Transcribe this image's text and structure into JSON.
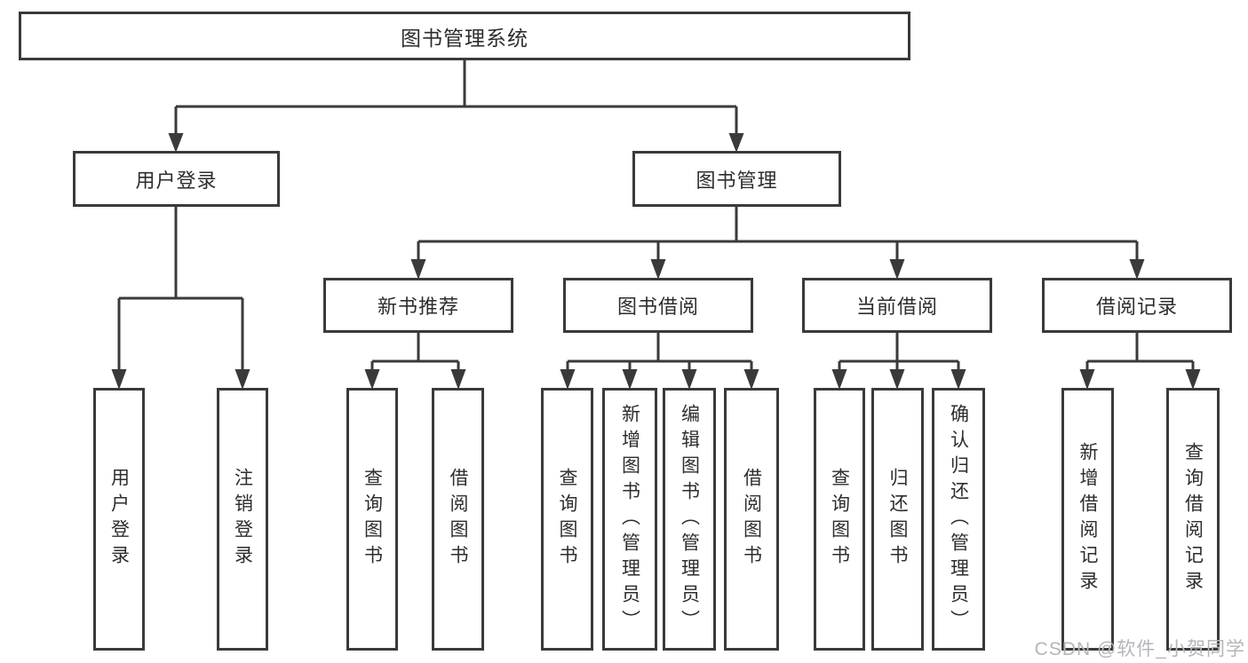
{
  "nodes": {
    "root": "图书管理系统",
    "user_login": "用户登录",
    "book_management": "图书管理",
    "new_book_recommend": "新书推荐",
    "book_borrow": "图书借阅",
    "current_borrow": "当前借阅",
    "borrow_record": "借阅记录",
    "leaf_user_login": "用户登录",
    "leaf_logout": "注销登录",
    "leaf_query_book_a": "查询图书",
    "leaf_borrow_book_a": "借阅图书",
    "leaf_query_book_b": "查询图书",
    "leaf_add_book_admin": "新增图书（管理员）",
    "leaf_edit_book_admin": "编辑图书（管理员）",
    "leaf_borrow_book_b": "借阅图书",
    "leaf_query_book_c": "查询图书",
    "leaf_return_book": "归还图书",
    "leaf_confirm_return_admin": "确认归还（管理员）",
    "leaf_add_borrow_record": "新增借阅记录",
    "leaf_query_borrow_record": "查询借阅记录"
  },
  "watermark": {
    "text": "CSDN @软件_小贺同学",
    "color": "#b5b5ba"
  },
  "colors": {
    "line": "#3a3a3a",
    "text": "#2d2d2d",
    "background": "#ffffff"
  }
}
